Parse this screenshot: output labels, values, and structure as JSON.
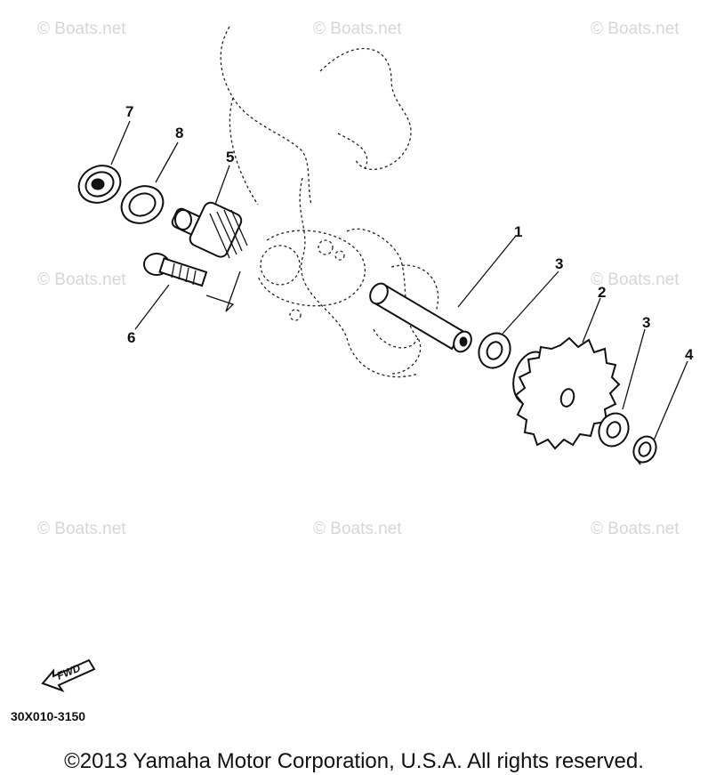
{
  "watermark": "© Boats.net",
  "callouts": {
    "c1": "1",
    "c2": "2",
    "c3a": "3",
    "c3b": "3",
    "c4": "4",
    "c5": "5",
    "c6": "6",
    "c7": "7",
    "c8": "8"
  },
  "fwd_label": "FWD",
  "reference_code": "30X010-3150",
  "copyright": "©2013 Yamaha Motor Corporation, U.S.A. All rights reserved."
}
